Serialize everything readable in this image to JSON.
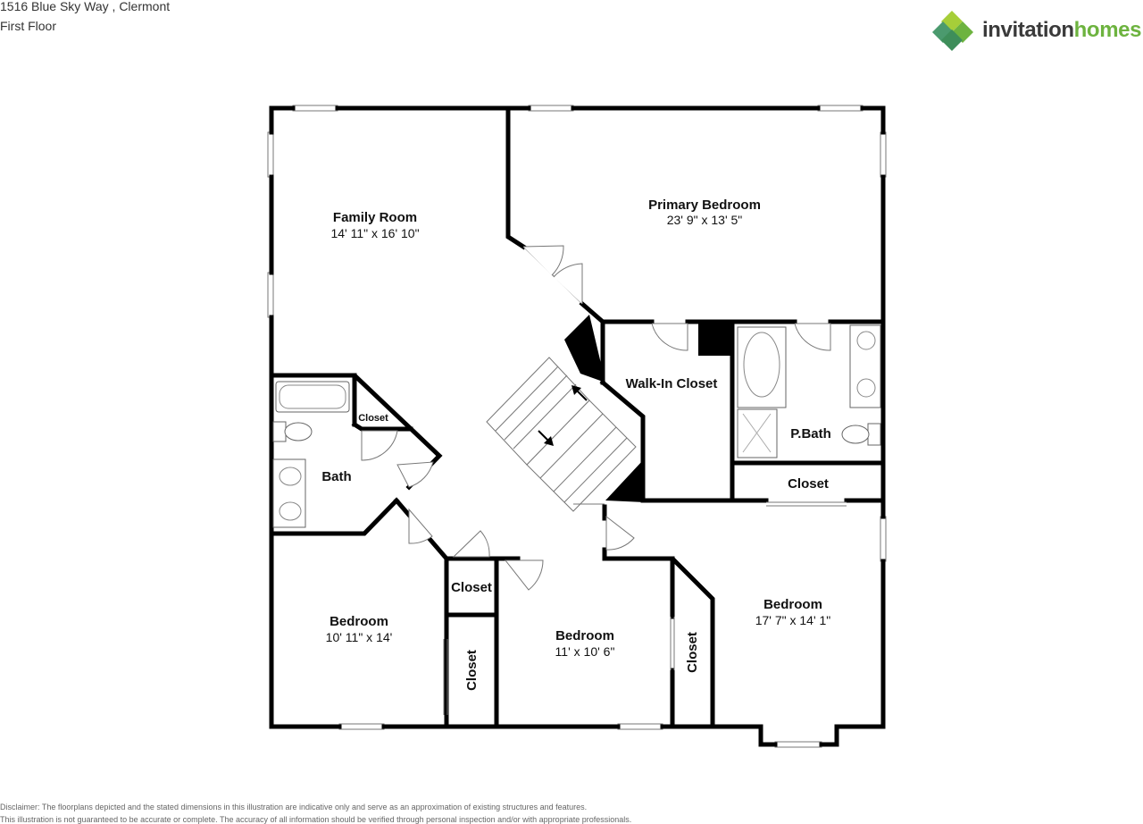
{
  "header": {
    "address": "1516 Blue Sky Way , Clermont",
    "floor": "First Floor"
  },
  "logo": {
    "text_part1": "invitation",
    "text_part2": "homes",
    "icon": "invitation-homes-diamond-icon",
    "colors": {
      "dark": "#3a3a3a",
      "green": "#6db33f",
      "light_green": "#a6ce39",
      "teal": "#4b9a6e"
    }
  },
  "rooms": {
    "family_room": {
      "name": "Family Room",
      "dims": "14' 11\" x 16' 10\""
    },
    "primary_bedroom": {
      "name": "Primary Bedroom",
      "dims": "23' 9\" x 13' 5\""
    },
    "walk_in_closet": {
      "name": "Walk-In Closet"
    },
    "closet_small": {
      "name": "Closet"
    },
    "bath": {
      "name": "Bath"
    },
    "p_bath": {
      "name": "P.Bath"
    },
    "closet_pbath": {
      "name": "Closet"
    },
    "closet_center": {
      "name": "Closet"
    },
    "bedroom_left": {
      "name": "Bedroom",
      "dims": "10' 11\" x 14'"
    },
    "closet_left_vertical": {
      "name": "Closet"
    },
    "bedroom_middle": {
      "name": "Bedroom",
      "dims": "11' x 10' 6\""
    },
    "closet_right_vertical": {
      "name": "Closet"
    },
    "bedroom_right": {
      "name": "Bedroom",
      "dims": "17' 7\" x 14' 1\""
    }
  },
  "disclaimer": {
    "line1": "Disclaimer: The floorplans depicted and the stated dimensions in this illustration are indicative only and serve as an approximation of existing structures and features.",
    "line2": "This illustration is not guaranteed to be accurate or complete. The accuracy of all information should be verified through personal inspection and/or with appropriate professionals."
  }
}
